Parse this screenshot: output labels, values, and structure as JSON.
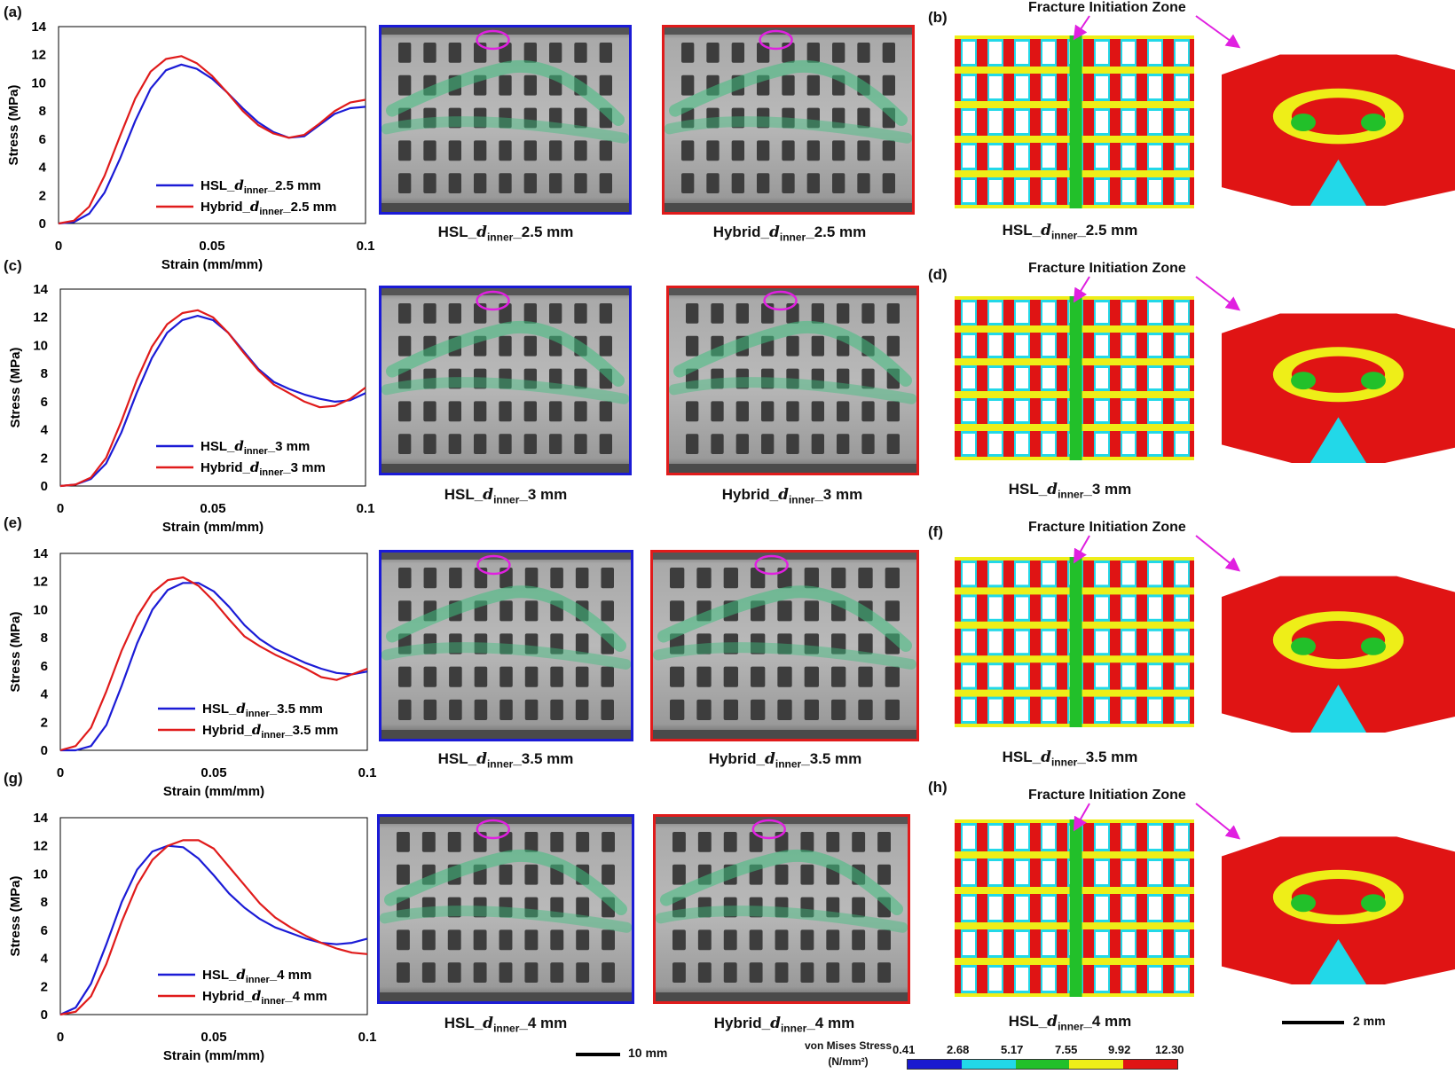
{
  "panel_labels": {
    "a": "(a)",
    "b": "(b)",
    "c": "(c)",
    "d": "(d)",
    "e": "(e)",
    "f": "(f)",
    "g": "(g)",
    "h": "(h)"
  },
  "rows": [
    {
      "hsl_caption": "HSL_",
      "hybrid_caption": "Hybrid_",
      "value": "2.5 mm",
      "fea_caption": "HSL_"
    },
    {
      "hsl_caption": "HSL_",
      "hybrid_caption": "Hybrid_",
      "value": "3 mm",
      "fea_caption": "HSL_"
    },
    {
      "hsl_caption": "HSL_",
      "hybrid_caption": "Hybrid_",
      "value": "3.5 mm",
      "fea_caption": "HSL_"
    },
    {
      "hsl_caption": "HSL_",
      "hybrid_caption": "Hybrid_",
      "value": "4 mm",
      "fea_caption": "HSL_"
    }
  ],
  "d_symbol": "d",
  "d_sub": "inner",
  "fracture_label": "Fracture Initiation Zone",
  "scale_10": "10 mm",
  "scale_2": "2 mm",
  "vm_title_1": "von Mises Stress",
  "vm_title_2": "(N/mm²)",
  "colorbar": {
    "ticks": [
      "0.41",
      "2.68",
      "5.17",
      "7.55",
      "9.92",
      "12.30"
    ],
    "colors": [
      "#1a1ad0",
      "#22d8e8",
      "#22c02a",
      "#eeee18",
      "#e01414"
    ]
  },
  "colors": {
    "hsl": "#1b1bd6",
    "hybrid": "#e01b1b",
    "annotation": "#e020e0",
    "green_overlay": "#3fbf7f"
  },
  "chart_data": [
    {
      "type": "line",
      "xlabel": "Strain (mm/mm)",
      "ylabel": "Stress (MPa)",
      "xlim": [
        0,
        0.1
      ],
      "ylim": [
        0,
        14
      ],
      "xticks": [
        "0",
        "0.05",
        "0.1"
      ],
      "yticks": [
        "0",
        "2",
        "4",
        "6",
        "8",
        "10",
        "12",
        "14"
      ],
      "legend": "bottom-right",
      "series": [
        {
          "name": "HSL_d_inner_2.5 mm",
          "color": "#1b1bd6",
          "x": [
            0,
            0.005,
            0.01,
            0.015,
            0.02,
            0.025,
            0.03,
            0.035,
            0.04,
            0.045,
            0.05,
            0.055,
            0.06,
            0.065,
            0.07,
            0.075,
            0.08,
            0.085,
            0.09,
            0.095,
            0.1
          ],
          "y": [
            0,
            0.1,
            0.7,
            2.2,
            4.6,
            7.3,
            9.6,
            10.9,
            11.3,
            11.0,
            10.3,
            9.3,
            8.2,
            7.2,
            6.5,
            6.1,
            6.2,
            7.0,
            7.8,
            8.2,
            8.3
          ]
        },
        {
          "name": "Hybrid_d_inner_2.5 mm",
          "color": "#e01b1b",
          "x": [
            0,
            0.005,
            0.01,
            0.015,
            0.02,
            0.025,
            0.03,
            0.035,
            0.04,
            0.045,
            0.05,
            0.055,
            0.06,
            0.065,
            0.07,
            0.075,
            0.08,
            0.085,
            0.09,
            0.095,
            0.1
          ],
          "y": [
            0,
            0.2,
            1.2,
            3.4,
            6.2,
            8.9,
            10.8,
            11.7,
            11.9,
            11.4,
            10.5,
            9.3,
            8.0,
            7.0,
            6.4,
            6.1,
            6.3,
            7.1,
            8.0,
            8.6,
            8.8
          ]
        }
      ]
    },
    {
      "type": "line",
      "xlabel": "Strain (mm/mm)",
      "ylabel": "Stress (MPa)",
      "xlim": [
        0,
        0.1
      ],
      "ylim": [
        0,
        14
      ],
      "xticks": [
        "0",
        "0.05",
        "0.1"
      ],
      "yticks": [
        "0",
        "2",
        "4",
        "6",
        "8",
        "10",
        "12",
        "14"
      ],
      "legend": "bottom-right",
      "series": [
        {
          "name": "HSL_d_inner_3 mm",
          "color": "#1b1bd6",
          "x": [
            0,
            0.005,
            0.01,
            0.015,
            0.02,
            0.025,
            0.03,
            0.035,
            0.04,
            0.045,
            0.05,
            0.055,
            0.06,
            0.065,
            0.07,
            0.075,
            0.08,
            0.085,
            0.09,
            0.095,
            0.1
          ],
          "y": [
            0,
            0.1,
            0.5,
            1.6,
            3.8,
            6.6,
            9.1,
            10.9,
            11.8,
            12.1,
            11.8,
            10.9,
            9.6,
            8.3,
            7.4,
            6.9,
            6.5,
            6.2,
            6.0,
            6.1,
            6.6
          ]
        },
        {
          "name": "Hybrid_d_inner_3 mm",
          "color": "#e01b1b",
          "x": [
            0,
            0.005,
            0.01,
            0.015,
            0.02,
            0.025,
            0.03,
            0.035,
            0.04,
            0.045,
            0.05,
            0.055,
            0.06,
            0.065,
            0.07,
            0.075,
            0.08,
            0.085,
            0.09,
            0.095,
            0.1
          ],
          "y": [
            0,
            0.1,
            0.6,
            2.0,
            4.6,
            7.5,
            9.9,
            11.5,
            12.3,
            12.5,
            12.0,
            10.9,
            9.5,
            8.2,
            7.2,
            6.6,
            6.0,
            5.6,
            5.7,
            6.2,
            7.0
          ]
        }
      ]
    },
    {
      "type": "line",
      "xlabel": "Strain (mm/mm)",
      "ylabel": "Stress (MPa)",
      "xlim": [
        0,
        0.1
      ],
      "ylim": [
        0,
        14
      ],
      "xticks": [
        "0",
        "0.05",
        "0.1"
      ],
      "yticks": [
        "0",
        "2",
        "4",
        "6",
        "8",
        "10",
        "12",
        "14"
      ],
      "legend": "bottom-right",
      "series": [
        {
          "name": "HSL_d_inner_3.5 mm",
          "color": "#1b1bd6",
          "x": [
            0,
            0.005,
            0.01,
            0.015,
            0.02,
            0.025,
            0.03,
            0.035,
            0.04,
            0.045,
            0.05,
            0.055,
            0.06,
            0.065,
            0.07,
            0.075,
            0.08,
            0.085,
            0.09,
            0.095,
            0.1
          ],
          "y": [
            0,
            0,
            0.3,
            1.8,
            4.6,
            7.6,
            10.0,
            11.4,
            11.9,
            11.9,
            11.3,
            10.2,
            8.9,
            7.9,
            7.2,
            6.7,
            6.2,
            5.8,
            5.5,
            5.4,
            5.6
          ]
        },
        {
          "name": "Hybrid_d_inner_3.5 mm",
          "color": "#e01b1b",
          "x": [
            0,
            0.005,
            0.01,
            0.015,
            0.02,
            0.025,
            0.03,
            0.035,
            0.04,
            0.045,
            0.05,
            0.055,
            0.06,
            0.065,
            0.07,
            0.075,
            0.08,
            0.085,
            0.09,
            0.095,
            0.1
          ],
          "y": [
            0,
            0.3,
            1.6,
            4.2,
            7.1,
            9.5,
            11.2,
            12.1,
            12.3,
            11.7,
            10.6,
            9.3,
            8.1,
            7.4,
            6.8,
            6.3,
            5.8,
            5.2,
            5.0,
            5.4,
            5.8
          ]
        }
      ]
    },
    {
      "type": "line",
      "xlabel": "Strain (mm/mm)",
      "ylabel": "Stress (MPa)",
      "xlim": [
        0,
        0.1
      ],
      "ylim": [
        0,
        14
      ],
      "xticks": [
        "0",
        "0.05",
        "0.1"
      ],
      "yticks": [
        "0",
        "2",
        "4",
        "6",
        "8",
        "10",
        "12",
        "14"
      ],
      "legend": "bottom-right",
      "series": [
        {
          "name": "HSL_d_inner_4 mm",
          "color": "#1b1bd6",
          "x": [
            0,
            0.005,
            0.01,
            0.015,
            0.02,
            0.025,
            0.03,
            0.035,
            0.04,
            0.045,
            0.05,
            0.055,
            0.06,
            0.065,
            0.07,
            0.075,
            0.08,
            0.085,
            0.09,
            0.095,
            0.1
          ],
          "y": [
            0,
            0.5,
            2.2,
            5.0,
            8.0,
            10.3,
            11.6,
            12.0,
            11.9,
            11.1,
            9.9,
            8.6,
            7.6,
            6.8,
            6.2,
            5.8,
            5.4,
            5.1,
            5.0,
            5.1,
            5.4
          ]
        },
        {
          "name": "Hybrid_d_inner_4 mm",
          "color": "#e01b1b",
          "x": [
            0,
            0.005,
            0.01,
            0.015,
            0.02,
            0.025,
            0.03,
            0.035,
            0.04,
            0.045,
            0.05,
            0.055,
            0.06,
            0.065,
            0.07,
            0.075,
            0.08,
            0.085,
            0.09,
            0.095,
            0.1
          ],
          "y": [
            0,
            0.2,
            1.3,
            3.6,
            6.6,
            9.2,
            11.0,
            12.0,
            12.4,
            12.4,
            11.8,
            10.5,
            9.2,
            7.9,
            6.9,
            6.2,
            5.6,
            5.1,
            4.7,
            4.4,
            4.3
          ]
        }
      ]
    }
  ]
}
